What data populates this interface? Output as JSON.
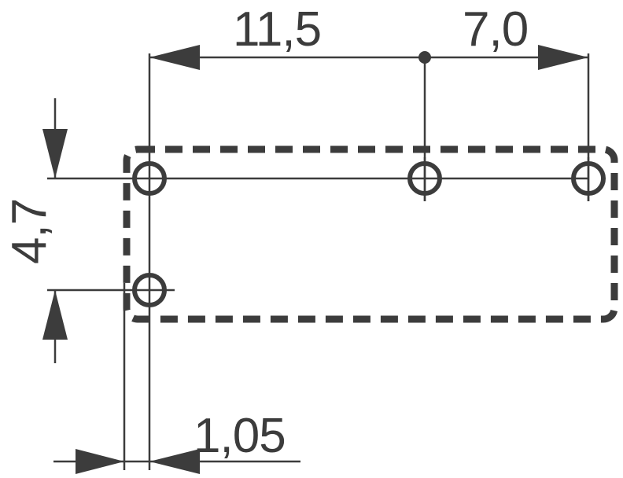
{
  "colors": {
    "ink": "#3c3c3c",
    "background": "#ffffff"
  },
  "dimensions": {
    "pitch_left": "11,5",
    "pitch_right": "7,0",
    "vertical_pitch": "4,7",
    "offset": "1,05"
  },
  "outline_style": "dashed-rounded-rectangle",
  "pin_count": 4
}
